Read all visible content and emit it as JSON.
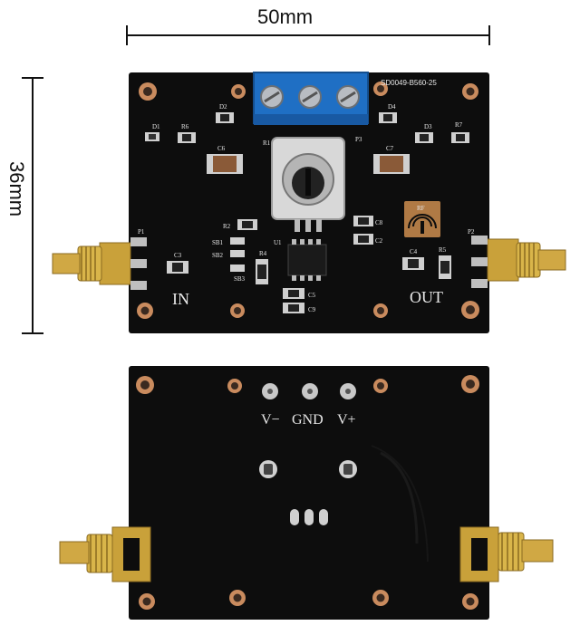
{
  "dimensions": {
    "width_label": "50mm",
    "height_label": "36mm"
  },
  "top_board": {
    "serial": "SD0049-B560-25",
    "input_label": "IN",
    "output_label": "OUT",
    "rf_logo_text": "RF",
    "components": {
      "d1": "D1",
      "r6": "R6",
      "d2": "D2",
      "c6": "C6",
      "r1": "R1",
      "p3": "P3",
      "d4": "D4",
      "d3": "D3",
      "r7": "R7",
      "c7": "C7",
      "p1": "P1",
      "p2": "P2",
      "r2": "R2",
      "c3": "C3",
      "sb1": "SB1",
      "sb2": "SB2",
      "sb3": "SB3",
      "r4": "R4",
      "u1": "U1",
      "c8": "C8",
      "c2": "C2",
      "c4": "C4",
      "r5": "R5",
      "c5": "C5",
      "c9": "C9"
    }
  },
  "bottom_board": {
    "v_minus": "V−",
    "gnd": "GND",
    "v_plus": "V+"
  },
  "colors": {
    "pcb": "#0d0d0d",
    "terminal_block": "#1f6fc4",
    "gold": "#c9a13a",
    "copper": "#c98b5e"
  }
}
